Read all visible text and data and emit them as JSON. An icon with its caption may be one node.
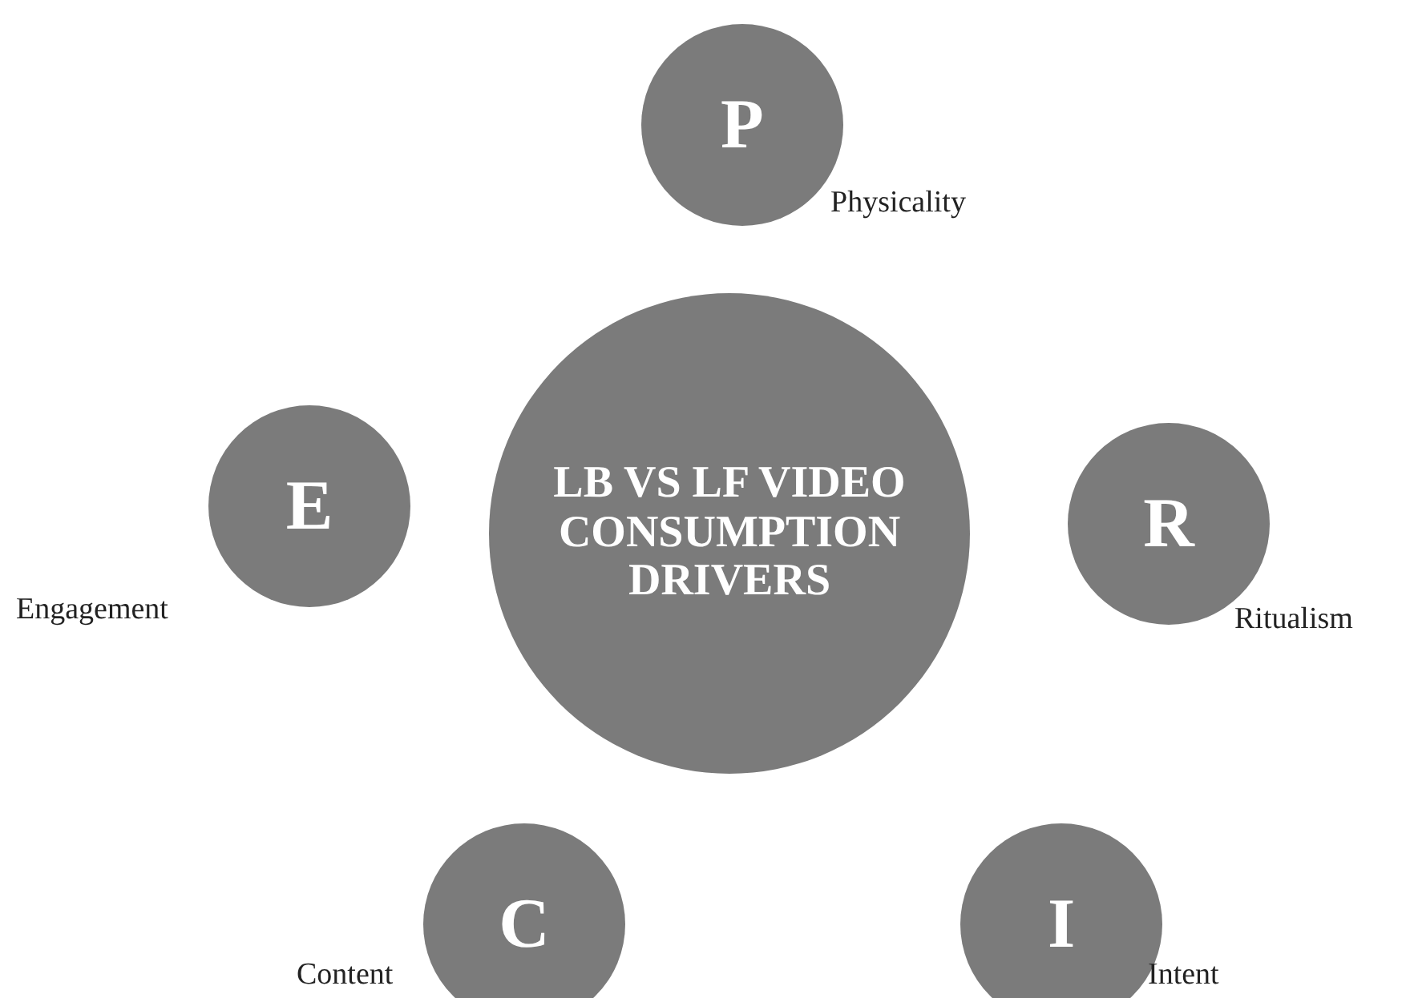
{
  "diagram": {
    "nodes": [
      {
        "text": [
          "P"
        ],
        "beside": [
          "Physicality"
        ]
      },
      {
        "text": [
          "E"
        ],
        "beside": [
          "Engagement"
        ]
      },
      {
        "text": [
          "LB VS LF VIDEO CONSUMPTION DRIVERS"
        ]
      },
      {
        "text": [
          "R"
        ],
        "beside": [
          "Ritualism"
        ]
      },
      {
        "text": [
          "C"
        ],
        "beside": [
          "Content"
        ]
      },
      {
        "text": [
          "I"
        ],
        "beside": [
          "Intent"
        ]
      }
    ]
  }
}
